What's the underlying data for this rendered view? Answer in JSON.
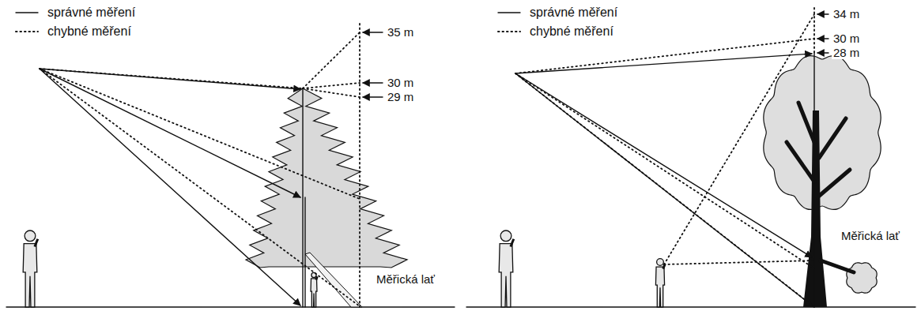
{
  "diagram": {
    "labels": [
      "35 m",
      "30 m",
      "29 m",
      "Měřická lať",
      "34 m",
      "30 m",
      "28 m",
      "Měřická lať"
    ],
    "legend": [
      {
        "text": "správné měření"
      },
      {
        "text": "chybné měření"
      },
      {
        "text": "správné měření"
      },
      {
        "text": "chybné měření"
      }
    ]
  }
}
